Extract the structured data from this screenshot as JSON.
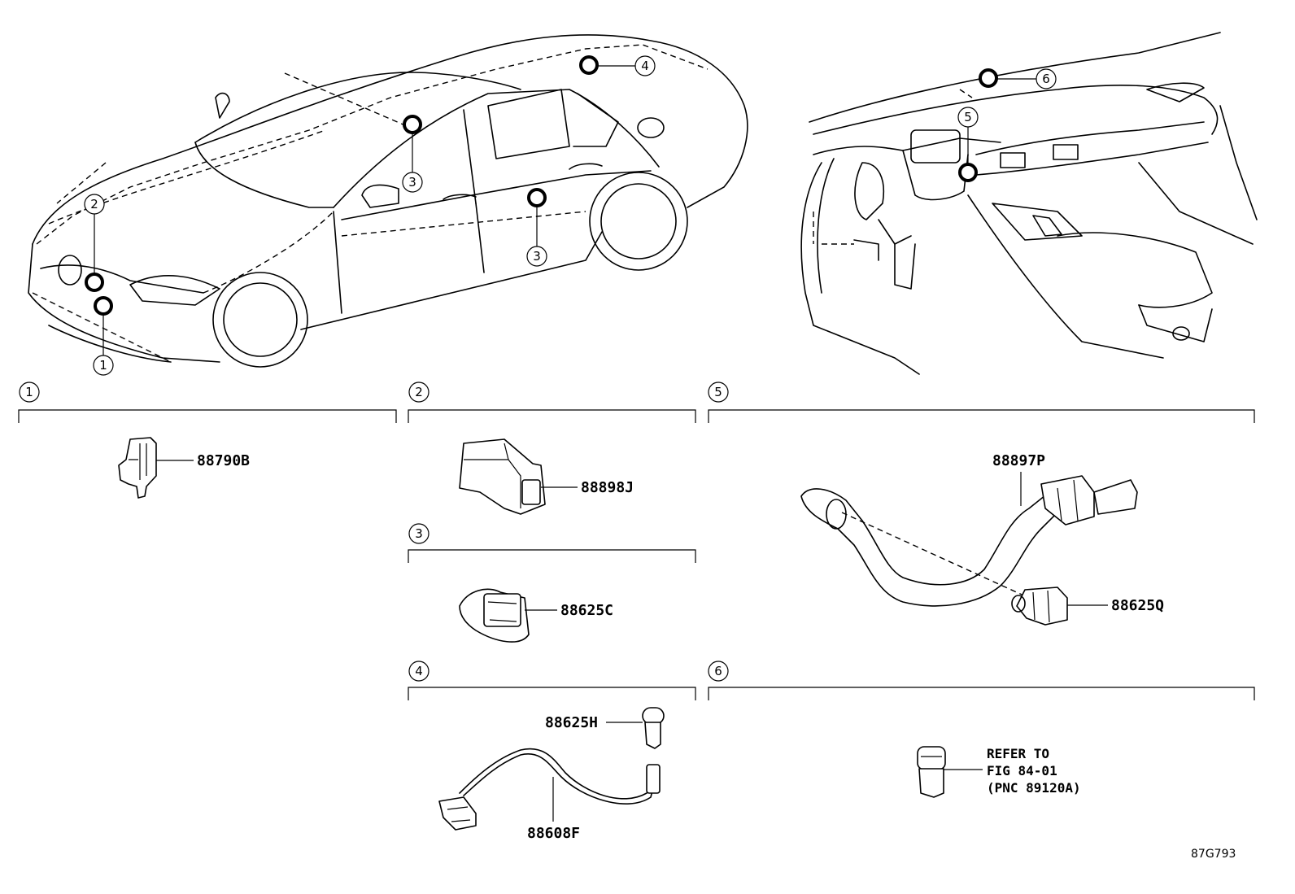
{
  "callouts": [
    "1",
    "2",
    "3",
    "3",
    "4",
    "5",
    "6"
  ],
  "sections": {
    "s1": {
      "num": "1"
    },
    "s2": {
      "num": "2"
    },
    "s3": {
      "num": "3"
    },
    "s4": {
      "num": "4"
    },
    "s5": {
      "num": "5"
    },
    "s6": {
      "num": "6"
    }
  },
  "parts": {
    "p88790B": "88790B",
    "p88898J": "88898J",
    "p88625C": "88625C",
    "p88625H": "88625H",
    "p88608F": "88608F",
    "p88897P": "88897P",
    "p88625Q": "88625Q"
  },
  "note": {
    "line1": "REFER TO",
    "line2": "FIG 84-01",
    "line3": "(PNC 89120A)"
  },
  "figure_id": "87G793"
}
